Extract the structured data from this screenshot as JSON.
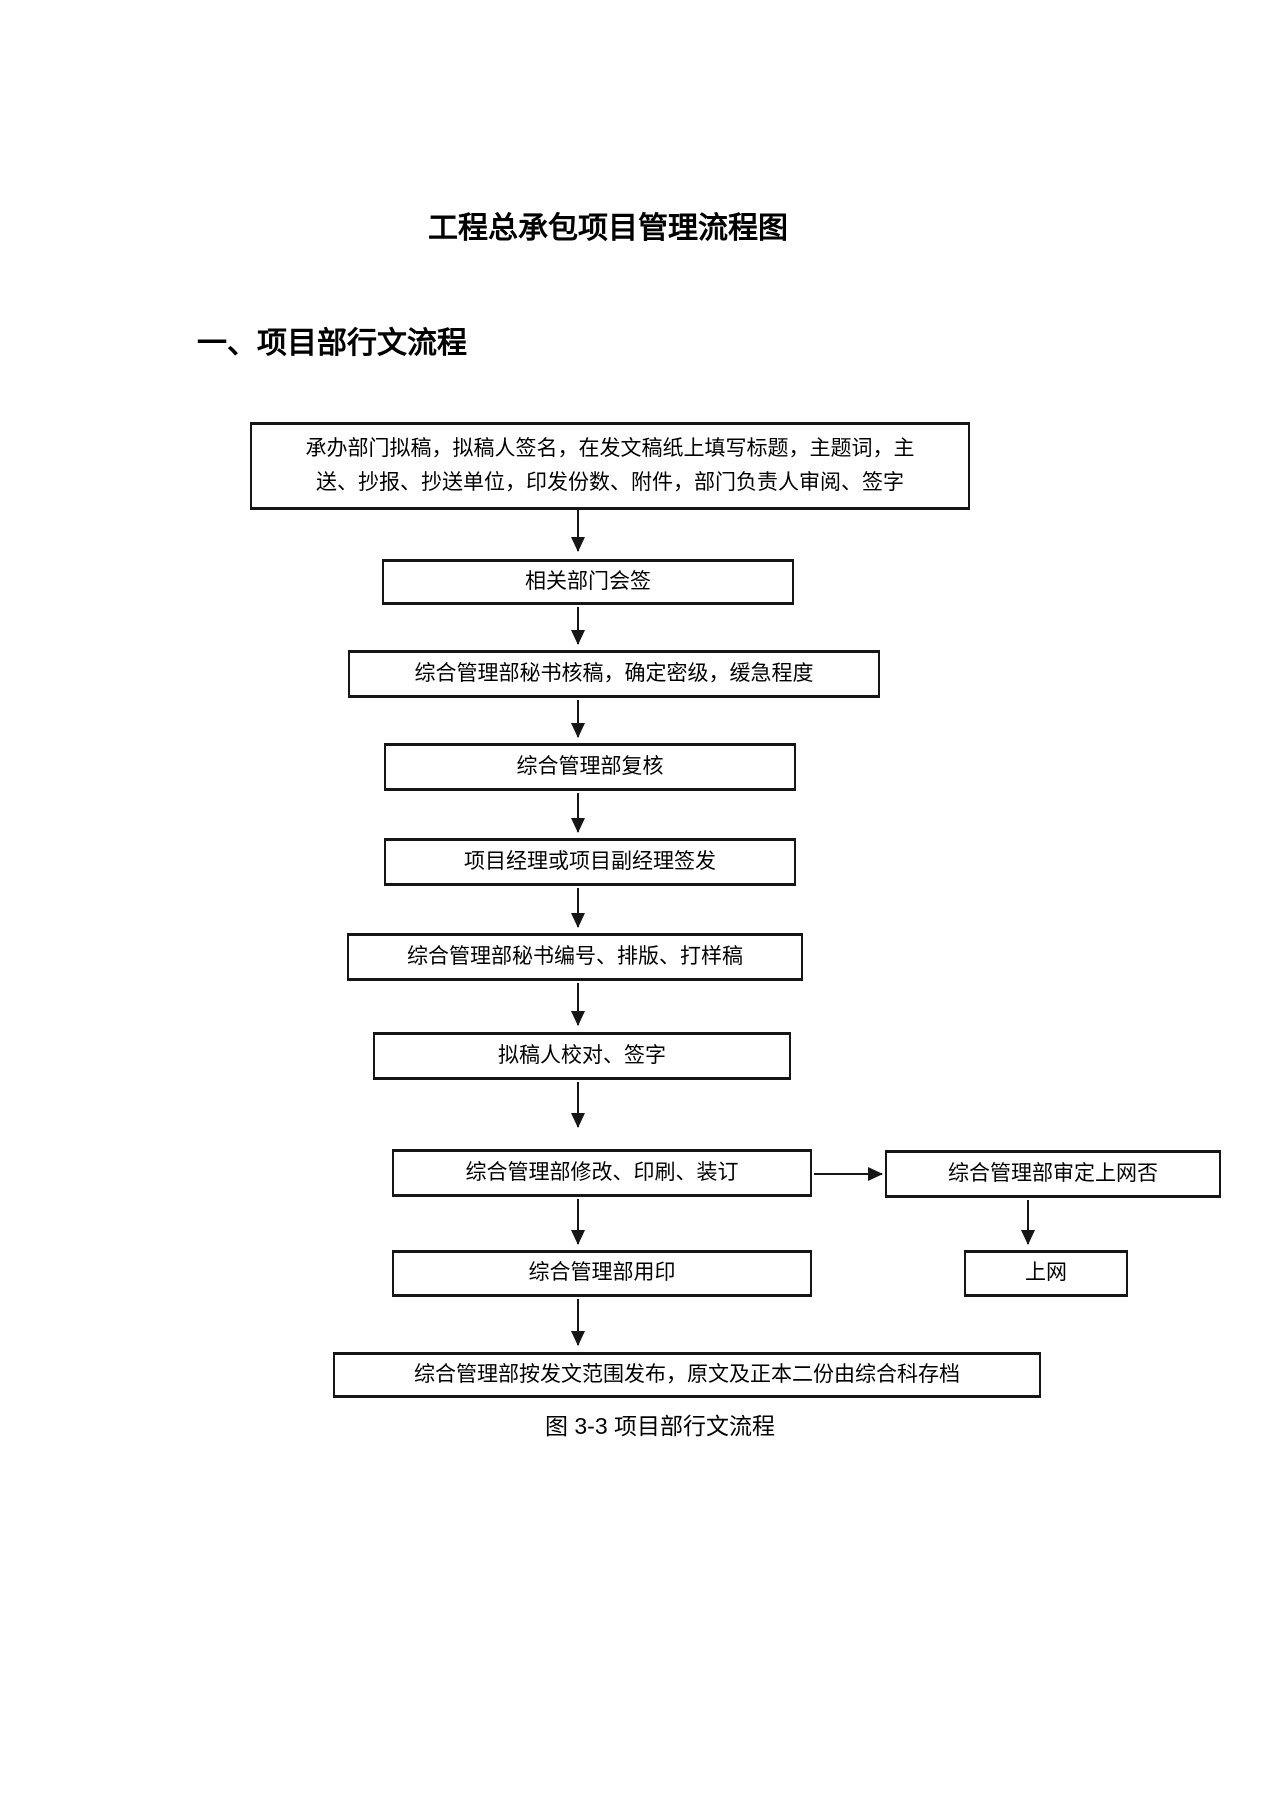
{
  "document": {
    "title": "工程总承包项目管理流程图",
    "section_heading": "一、项目部行文流程",
    "figure_caption": "图 3-3 项目部行文流程"
  },
  "flowchart": {
    "nodes": [
      {
        "id": "drafting",
        "label": "承办部门拟稿，拟稿人签名，在发文稿纸上填写标题，主题词，主送、抄报、抄送单位，印发份数、附件，部门负责人审阅、签字"
      },
      {
        "id": "countersign",
        "label": "相关部门会签"
      },
      {
        "id": "secretary-check",
        "label": "综合管理部秘书核稿，确定密级，缓急程度"
      },
      {
        "id": "gm-recheck",
        "label": "综合管理部复核"
      },
      {
        "id": "manager-signoff",
        "label": "项目经理或项目副经理签发"
      },
      {
        "id": "numbering-typesetting",
        "label": "综合管理部秘书编号、排版、打样稿"
      },
      {
        "id": "drafter-proofread",
        "label": "拟稿人校对、签字"
      },
      {
        "id": "revise-print-bind",
        "label": "综合管理部修改、印刷、装订"
      },
      {
        "id": "online-approval",
        "label": "综合管理部审定上网否"
      },
      {
        "id": "go-online",
        "label": "上网"
      },
      {
        "id": "seal",
        "label": "综合管理部用印"
      },
      {
        "id": "distribute-archive",
        "label": "综合管理部按发文范围发布，原文及正本二份由综合科存档"
      }
    ]
  },
  "colors": {
    "line": "#161616",
    "text": "#000000",
    "background": "#ffffff"
  }
}
